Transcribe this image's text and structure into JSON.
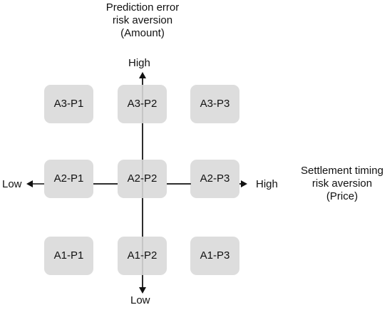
{
  "y_axis": {
    "title_lines": [
      "Prediction error",
      "risk aversion",
      "(Amount)"
    ],
    "high_label": "High",
    "low_label": "Low"
  },
  "x_axis": {
    "title_lines": [
      "Settlement timing",
      "risk aversion",
      "(Price)"
    ],
    "high_label": "High",
    "low_label": "Low"
  },
  "grid": {
    "rows": [
      [
        "A3-P1",
        "A3-P2",
        "A3-P3"
      ],
      [
        "A2-P1",
        "A2-P2",
        "A2-P3"
      ],
      [
        "A1-P1",
        "A1-P2",
        "A1-P3"
      ]
    ]
  },
  "colors": {
    "cell_fill": "#dddddd",
    "axis_line": "#111111",
    "text": "#111111"
  }
}
